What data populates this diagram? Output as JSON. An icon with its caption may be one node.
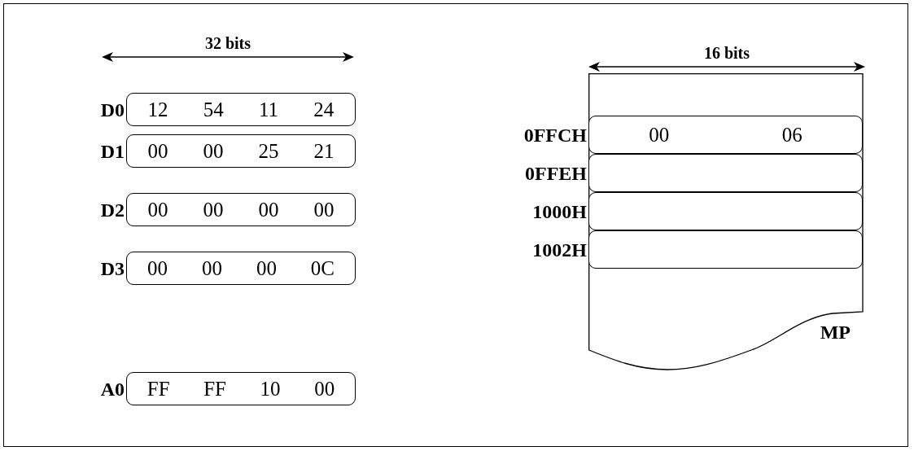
{
  "diagram": {
    "nodes": [
      {
        "text": [
          "12",
          "54",
          "11",
          "24"
        ],
        "beside": [
          "D0"
        ]
      },
      {
        "text": [
          "00",
          "00",
          "25",
          "21"
        ],
        "beside": [
          "D1"
        ]
      },
      {
        "text": [
          "00",
          "00",
          "00",
          "00"
        ],
        "beside": [
          "D2"
        ]
      },
      {
        "text": [
          "00",
          "00",
          "00",
          "0C"
        ],
        "beside": [
          "D3"
        ]
      },
      {
        "text": [
          "FF",
          "FF",
          "10",
          "00"
        ],
        "beside": [
          "A0"
        ]
      },
      {
        "text": [
          "MP"
        ]
      },
      {
        "text": [
          "00",
          "06"
        ],
        "beside": [
          "0FFCH"
        ],
        "in": 5
      },
      {
        "text": [],
        "shape": "box",
        "beside": [
          "0FFEH"
        ],
        "in": 5
      },
      {
        "text": [],
        "shape": "box",
        "beside": [
          "1000H"
        ],
        "in": 5
      },
      {
        "text": [],
        "shape": "box",
        "beside": [
          "1002H"
        ],
        "in": 5
      }
    ],
    "edges": [],
    "labels": [
      "32 bits",
      "16 bits"
    ]
  }
}
